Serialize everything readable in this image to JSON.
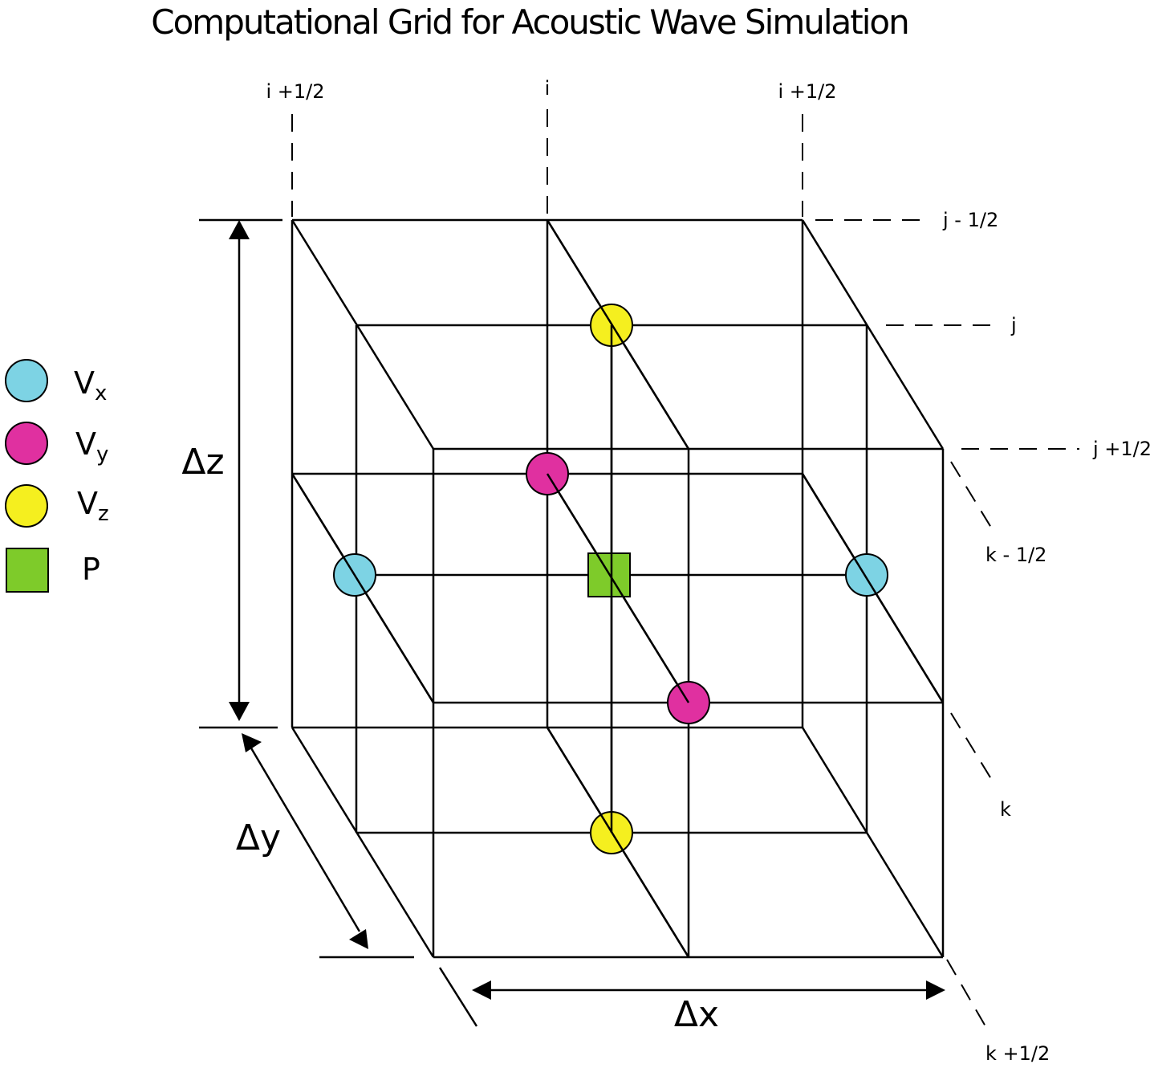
{
  "title": "Computational Grid for Acoustic Wave Simulation",
  "index_labels": {
    "i_left": "i +1/2",
    "i_center": "i",
    "i_right": "i +1/2",
    "j_top": "j - 1/2",
    "j_mid": "j",
    "j_bottom": "j +1/2",
    "k_top": "k - 1/2",
    "k_mid": "k",
    "k_bottom": "k +1/2"
  },
  "dimensions": {
    "dz": "Δz",
    "dy": "Δy",
    "dx": "Δx"
  },
  "legend": [
    {
      "symbol": "V",
      "subscript": "x",
      "shape": "circle",
      "color": "#7dd3e4"
    },
    {
      "symbol": "V",
      "subscript": "y",
      "shape": "circle",
      "color": "#e030a0"
    },
    {
      "symbol": "V",
      "subscript": "z",
      "shape": "circle",
      "color": "#f5ef1f"
    },
    {
      "symbol": "P",
      "subscript": "",
      "shape": "square",
      "color": "#7ecb2a"
    }
  ]
}
